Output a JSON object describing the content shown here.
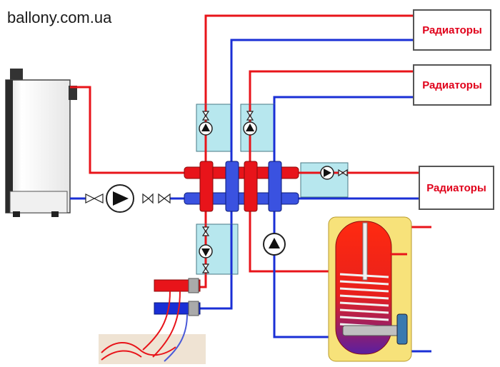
{
  "watermark": "ballony.com.ua",
  "radiators": [
    {
      "label": "Радиаторы"
    },
    {
      "label": "Радиаторы"
    },
    {
      "label": "Радиаторы"
    }
  ],
  "colors": {
    "supply": "#e8141a",
    "return": "#1a2fd6",
    "module": "#b7e7ee",
    "tank_outer": "#f7e27a",
    "tank_inner": "#e8201c"
  }
}
